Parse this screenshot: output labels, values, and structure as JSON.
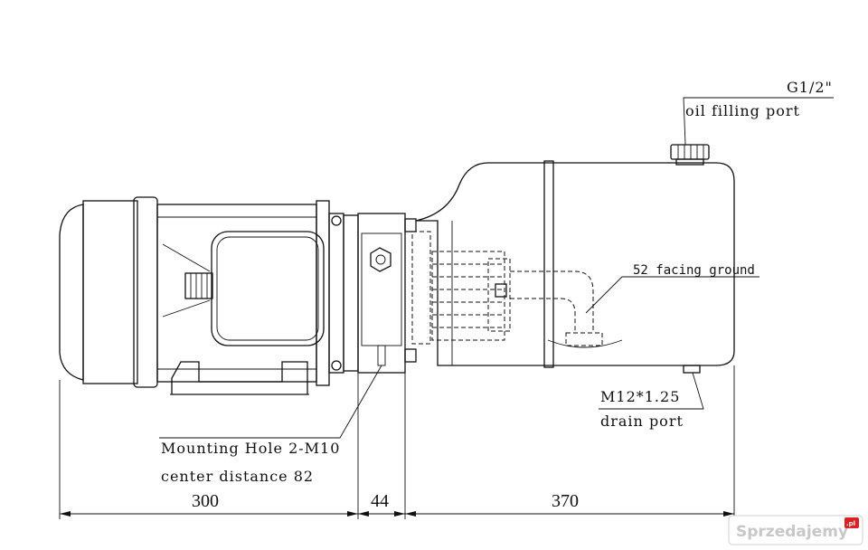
{
  "labels": {
    "oil_port_size": "G1/2\"",
    "oil_port_name": "oil filling port",
    "facing_ground": "52 facing ground",
    "drain_size": "M12*1.25",
    "drain_name": "drain port",
    "mounting_hole": "Mounting Hole 2-M10",
    "center_distance": "center distance 82"
  },
  "dimensions": {
    "motor_length": "300",
    "adapter_length": "44",
    "tank_length": "370"
  },
  "watermark": {
    "text": "Sprzedajemy",
    "suffix": ".pl"
  },
  "colors": {
    "line": "#111111",
    "watermark": "#c8c8c8",
    "watermark_badge": "#e02020"
  }
}
